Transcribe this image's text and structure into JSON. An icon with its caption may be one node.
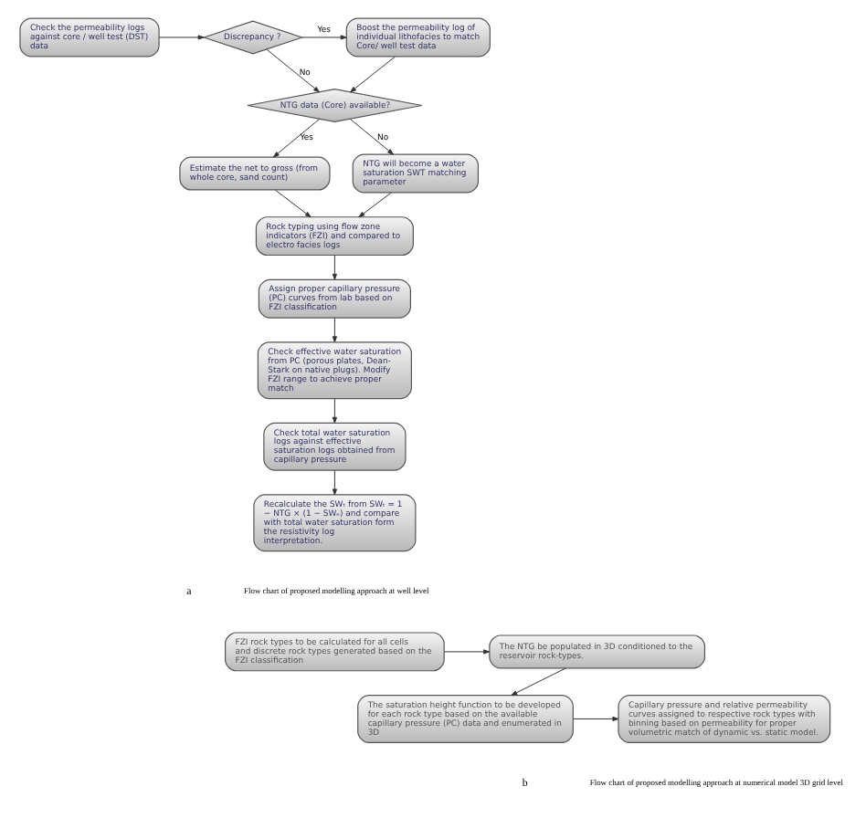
{
  "diagram": {
    "nodes": [
      {
        "text": [
          "Check the permeability logs against core / well test (DST) data"
        ]
      },
      {
        "text": [
          "Discrepancy ?"
        ]
      },
      {
        "text": [
          "Boost the permeability log of individual lithofacies to match Core/ well test data"
        ]
      },
      {
        "text": [
          "NTG data (Core) available?"
        ]
      },
      {
        "text": [
          "Estimate the net to gross (from whole core, sand count)"
        ]
      },
      {
        "text": [
          "NTG will become a water saturation SWT matching parameter"
        ]
      },
      {
        "text": [
          "Rock typing using flow zone indicators (FZI) and compared to electro facies logs"
        ]
      },
      {
        "text": [
          "Assign proper capillary pressure (PC) curves from lab based on FZI classification"
        ]
      },
      {
        "text": [
          "Check effective water saturation from PC (porous plates, Dean-Stark on native plugs). Modify FZI range to achieve proper match"
        ]
      },
      {
        "text": [
          "Check total water saturation logs against effective saturation logs obtained from capillary pressure"
        ]
      },
      {
        "text": [
          "Recalculate the SWₜ from SWₜ = 1 − NTG × (1 − SWₑ) and compare with total water saturation form the resistivity log interpretation."
        ]
      },
      {
        "text": [
          "FZI rock types to be calculated for all cells and discrete rock types generated based on the FZI classification"
        ]
      },
      {
        "text": [
          "The NTG be populated in 3D conditioned to the reservoir rock-types."
        ]
      },
      {
        "text": [
          "The saturation height function to be developed for each rock type based on the available capillary pressure (PC) data and enumerated in 3D"
        ]
      },
      {
        "text": [
          "Capillary pressure and relative permeability curves assigned to respective rock types with binning based on permeability for proper volumetric match of dynamic vs. static model."
        ]
      }
    ],
    "edges": [
      {
        "from": 0,
        "to": 1,
        "arrow": "to"
      },
      {
        "from": 1,
        "to": 2,
        "arrow": "to",
        "label": "Yes"
      },
      {
        "from": 1,
        "to": 3,
        "arrow": "to",
        "label": "No"
      },
      {
        "from": 2,
        "to": 3,
        "arrow": "to"
      },
      {
        "from": 3,
        "to": 4,
        "arrow": "to",
        "label": "Yes"
      },
      {
        "from": 3,
        "to": 5,
        "arrow": "to",
        "label": "No"
      },
      {
        "from": 4,
        "to": 6,
        "arrow": "to"
      },
      {
        "from": 5,
        "to": 6,
        "arrow": "to"
      },
      {
        "from": 6,
        "to": 7,
        "arrow": "to"
      },
      {
        "from": 7,
        "to": 8,
        "arrow": "to"
      },
      {
        "from": 8,
        "to": 9,
        "arrow": "to"
      },
      {
        "from": 9,
        "to": 10,
        "arrow": "to"
      },
      {
        "from": 11,
        "to": 12,
        "arrow": "to"
      },
      {
        "from": 12,
        "to": 13,
        "arrow": "to"
      },
      {
        "from": 13,
        "to": 14,
        "arrow": "to"
      }
    ],
    "labels": [
      "a",
      "Flow chart of proposed modelling approach at well level",
      "b",
      "Flow chart of proposed modelling approach at numerical model 3D grid level"
    ]
  }
}
